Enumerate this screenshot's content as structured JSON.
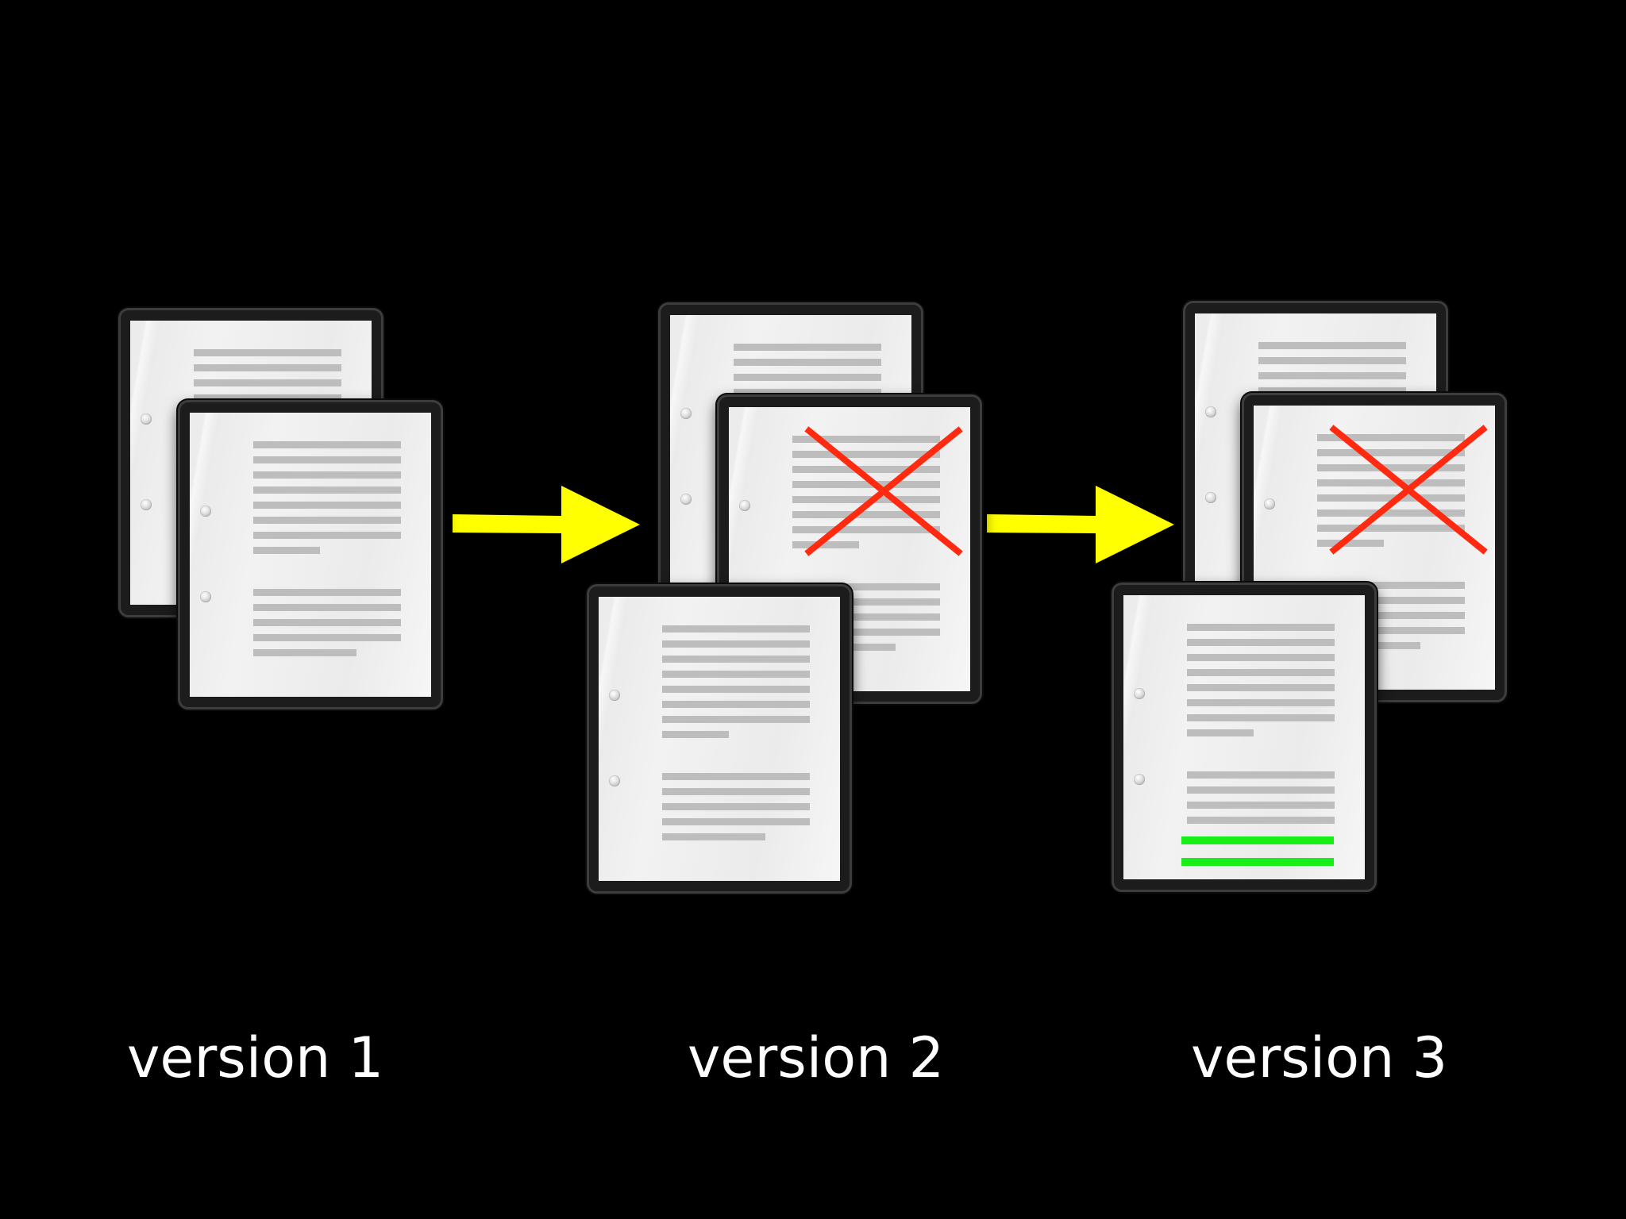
{
  "stages": [
    {
      "label": "version 1",
      "pages": [
        "plain",
        "plain"
      ]
    },
    {
      "label": "version 2",
      "pages": [
        "plain",
        "deleted",
        "plain"
      ]
    },
    {
      "label": "version 3",
      "pages": [
        "plain",
        "deleted",
        "plain-with-additions"
      ]
    }
  ],
  "colors": {
    "background": "#000000",
    "arrow": "#ffff00",
    "deletion_mark": "#ff2a10",
    "added_lines": "#18ef18",
    "page": "#f0f0f0",
    "text_lines": "#bdbdbd",
    "label_text": "#ffffff"
  },
  "icons": {
    "arrow": "arrow-right-icon",
    "deletion": "red-x-icon",
    "page": "document-page-icon"
  }
}
